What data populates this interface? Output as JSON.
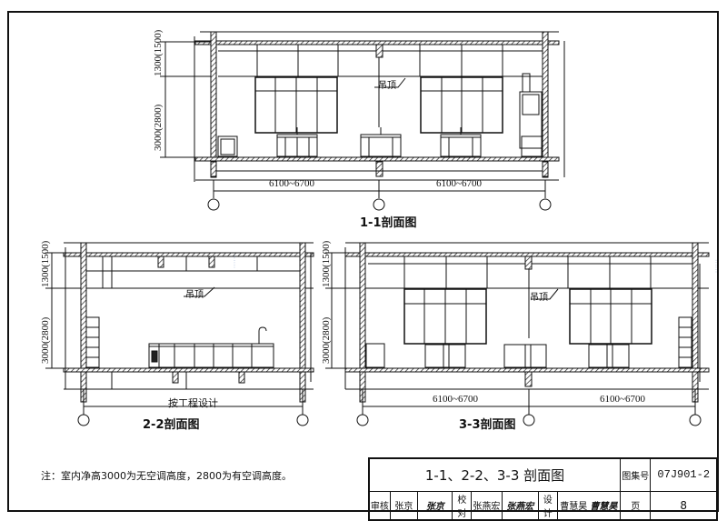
{
  "sheet": {
    "border_color": "#111111",
    "watermark_color": "#9db3d6"
  },
  "section_1_1": {
    "title": "1-1剖面图",
    "dim_upper": "1300(1500)",
    "dim_lower": "3000(2800)",
    "span_left": "6100~6700",
    "span_right": "6100~6700",
    "ceiling_label": "吊顶"
  },
  "section_2_2": {
    "title": "2-2剖面图",
    "dim_upper": "1300(1500)",
    "dim_lower": "3000(2800)",
    "span_label": "按工程设计",
    "ceiling_label": "吊顶"
  },
  "section_3_3": {
    "title": "3-3剖面图",
    "dim_upper": "1300(1500)",
    "dim_lower": "3000(2800)",
    "span_left": "6100~6700",
    "span_right": "6100~6700",
    "ceiling_label": "吊顶"
  },
  "note": "注：室内净高3000为无空调高度，2800为有空调高度。",
  "title_block": {
    "drawing_title": "1-1、2-2、3-3 剖面图",
    "atlas_label": "图集号",
    "atlas_no": "07J901-2",
    "review_label": "审核",
    "review_name": "张京",
    "review_sign": "张京",
    "check_label": "校对",
    "check_name": "张燕宏",
    "check_sign": "张燕宏",
    "design_label": "设计",
    "design_name": "曹慧昊",
    "design_sign": "曹慧昊",
    "page_label": "页",
    "page_no": "8"
  }
}
